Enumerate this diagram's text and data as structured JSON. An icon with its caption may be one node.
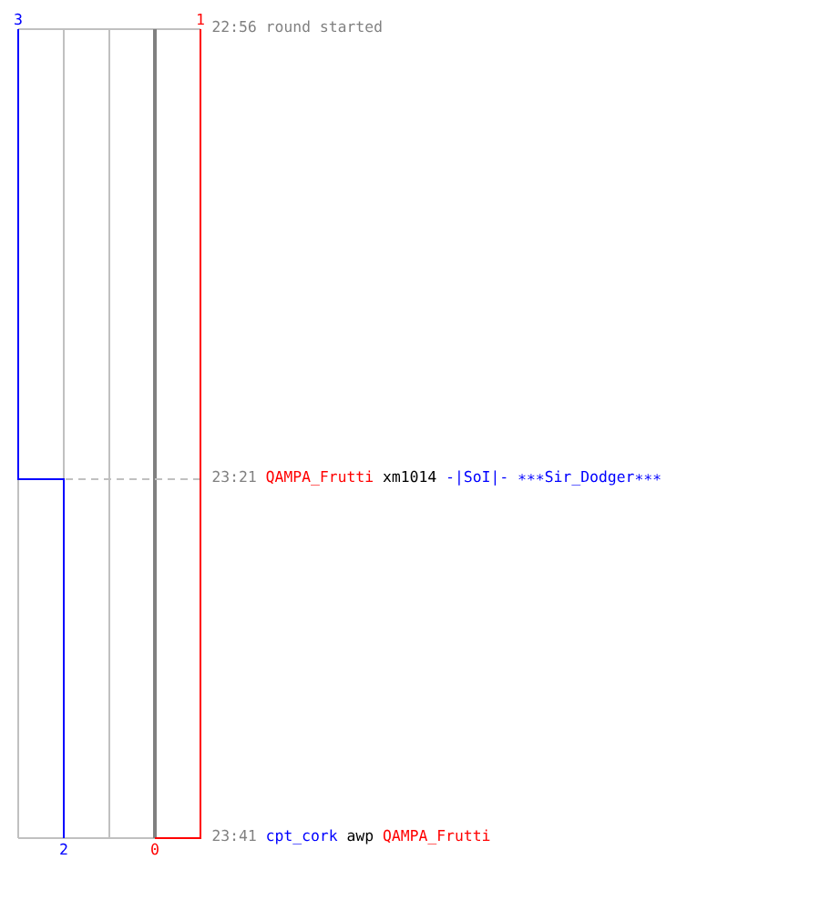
{
  "diagram": {
    "labels": [
      "3",
      "1",
      "22:56",
      "round started",
      "23:21",
      "QAMPA_Frutti",
      "xm1014",
      "-|SoI|- ∗∗∗Sir_Dodger∗∗∗",
      "23:41",
      "cpt_cork",
      "awp",
      "QAMPA_Frutti",
      "2",
      "0"
    ]
  }
}
